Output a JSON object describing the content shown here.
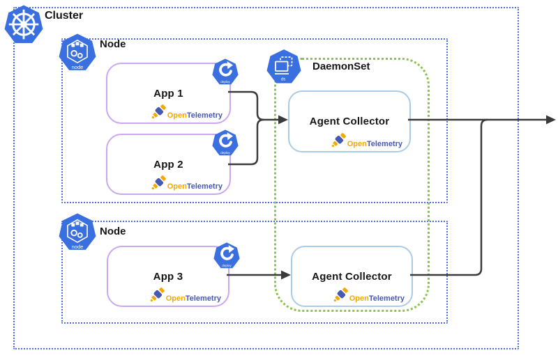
{
  "cluster": {
    "label": "Cluster"
  },
  "nodes": [
    {
      "label": "Node"
    },
    {
      "label": "Node"
    }
  ],
  "daemonset": {
    "label": "DaemonSet"
  },
  "apps": [
    {
      "title": "App 1"
    },
    {
      "title": "App 2"
    },
    {
      "title": "App 3"
    }
  ],
  "collectors": [
    {
      "title": "Agent Collector"
    },
    {
      "title": "Agent Collector"
    }
  ],
  "badges": {
    "node": "node",
    "deploy": "deploy",
    "ds": "ds"
  },
  "ot_logo": {
    "open": "Open",
    "telemetry": "Telemetry"
  },
  "colors": {
    "k8s_blue": "#3a6fe0",
    "cluster_border": "#4a6be5",
    "daemonset_border": "#8bc14d",
    "app_border": "#c9a7f2",
    "collector_border": "#a9cbe8",
    "arrow": "#3a3a3a",
    "ot_orange": "#f5a800",
    "ot_blue": "#4759b2"
  }
}
